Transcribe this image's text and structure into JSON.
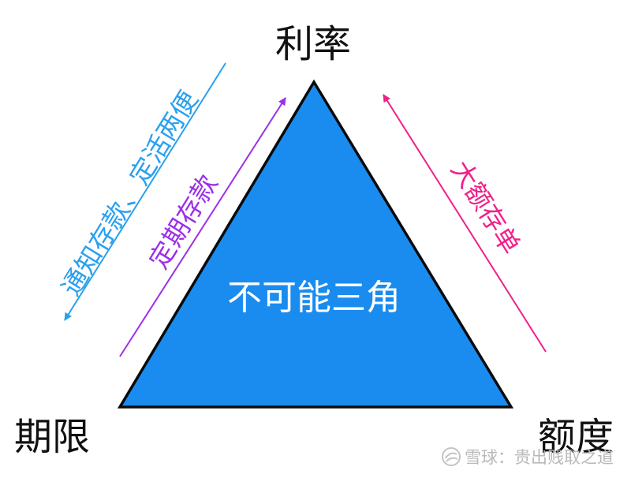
{
  "diagram": {
    "center_label": "不可能三角",
    "vertices": {
      "top": "利率",
      "bottom_left": "期限",
      "bottom_right": "额度"
    },
    "edge_labels": {
      "left_outer": "通知存款、定活两便",
      "left_inner": "定期存款",
      "right": "大额存单"
    },
    "colors": {
      "triangle_fill": "#1a8cf0",
      "triangle_stroke": "#0a0a0a",
      "left_outer_arrow": "#2aa0ee",
      "left_inner_arrow": "#9b30e8",
      "right_arrow": "#f0208a"
    }
  },
  "watermark": {
    "text": "雪球：贵出贱取之道",
    "icon": "snowball-logo-icon"
  }
}
